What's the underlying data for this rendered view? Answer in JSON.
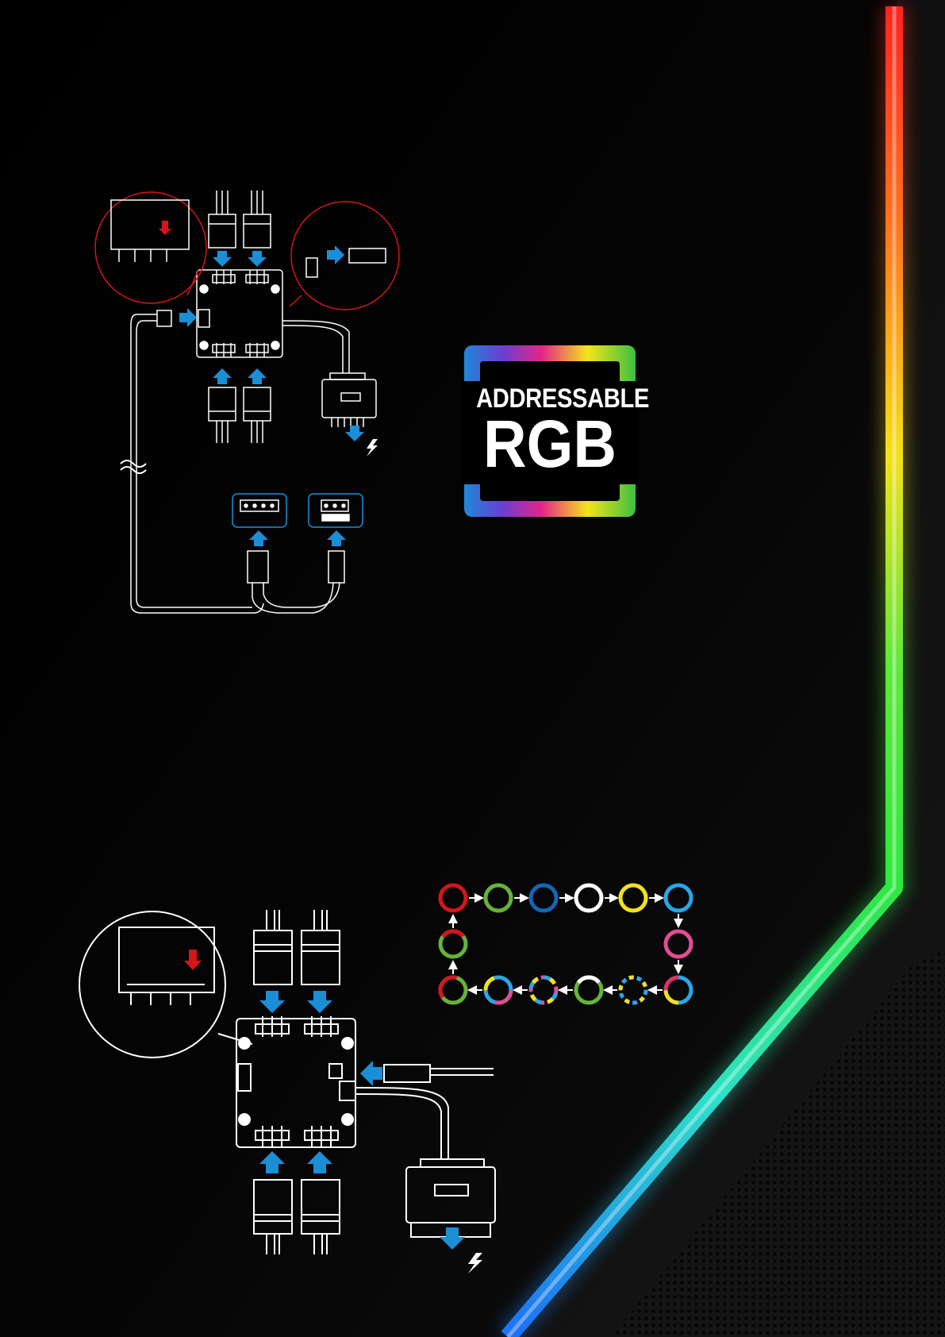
{
  "badge": {
    "line1": "ADDRESSABLE",
    "line2": "RGB"
  },
  "colors": {
    "accent_blue": "#1a8fd6",
    "warning_red": "#d4151b",
    "diagram_line": "#ffffff",
    "background": "#000000",
    "case_panel": "#151515",
    "strip_gradient": [
      "#ff2020",
      "#ff8a1e",
      "#f2e11a",
      "#31e23b",
      "#2ce8d8",
      "#1e7bf5"
    ]
  },
  "icons": {
    "power": "lightning-bolt-icon",
    "flow": "arrow-icon"
  },
  "cycle_rings": {
    "top_row": [
      "red",
      "green",
      "blue",
      "white",
      "yellow",
      "light-blue"
    ],
    "right_column": [
      "pink"
    ],
    "bottom_row_right_to_left": [
      "rainbow-spin",
      "rainbow-dots",
      "green-white",
      "rainbow-dashes",
      "rainbow-split",
      "green-red-spin"
    ],
    "left_column": [
      "green-red-spin"
    ]
  }
}
